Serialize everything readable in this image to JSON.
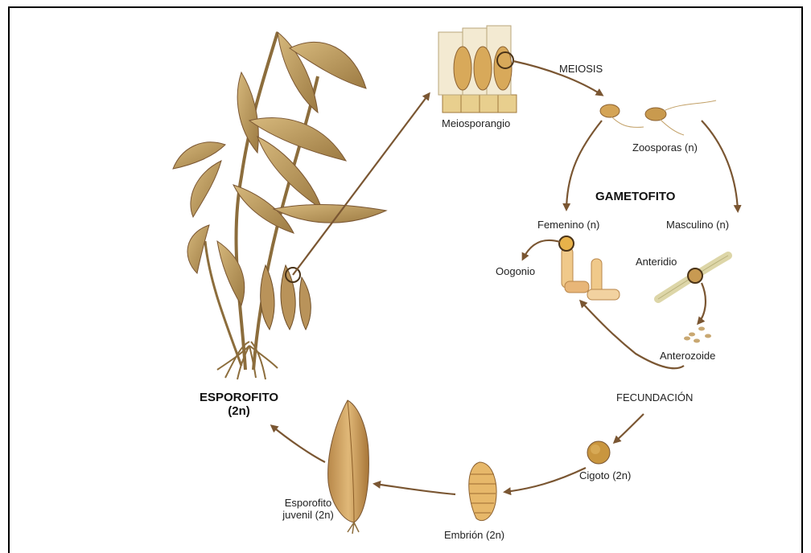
{
  "labels": {
    "meiosis": "MEIOSIS",
    "meiosporangio": "Meiosporangio",
    "zoosporas": "Zoosporas (n)",
    "gametofito": "GAMETOFITO",
    "femenino": "Femenino (n)",
    "masculino": "Masculino (n)",
    "oogonio": "Oogonio",
    "anteridio": "Anteridio",
    "anterozoide": "Anterozoide",
    "fecundacion": "FECUNDACIÓN",
    "cigoto": "Cigoto (2n)",
    "embrion": "Embrión (2n)",
    "esporofito_juvenil_line1": "Esporofito",
    "esporofito_juvenil_line2": "juvenil (2n)",
    "esporofito_line1": "ESPOROFITO",
    "esporofito_line2": "(2n)"
  },
  "colors": {
    "arrow": "#7a5632",
    "plant": "#c2a067",
    "plant_dark": "#8c6d3c",
    "cell_light": "#efd9a6",
    "cell_dark": "#b88d48"
  }
}
